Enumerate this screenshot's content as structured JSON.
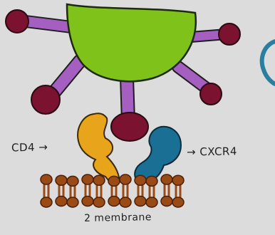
{
  "labels": {
    "cd4": "CD4 →",
    "cxcr4": "→ CXCR4",
    "membrane": "2 membrane"
  },
  "colors": {
    "background": "#dcdcdc",
    "capsid_fill": "#7fc21a",
    "capsid_stroke": "#1e2a10",
    "spike_stalk": "#a45fc0",
    "spike_knob": "#7a1230",
    "cd4_receptor": "#e8a41a",
    "cxcr4_receptor": "#1a6f95",
    "membrane_lipid": "#9a4a14",
    "corner_arc": "#2a7fa0"
  },
  "icons": {
    "virus": "hiv-virus-icon",
    "membrane": "lipid-bilayer-icon"
  }
}
